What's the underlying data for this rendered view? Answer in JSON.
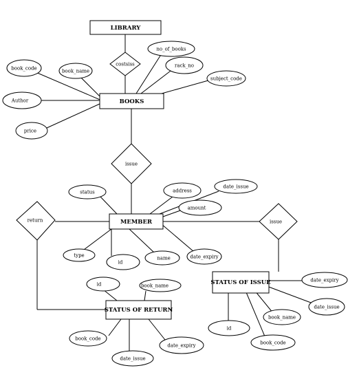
{
  "entities": {
    "library": "LIBRARY",
    "books": "BOOKS",
    "member": "MEMBER",
    "status_of_issue": "STATUS OF ISSUE",
    "status_of_return": "STATUS OF RETURN"
  },
  "relationships": {
    "costsiss": "costsiss",
    "issue_books": "issue",
    "return": "return",
    "issue_member": "issue"
  },
  "attributes": {
    "book_code": "book_code",
    "book_name": "book_name",
    "author": "Author",
    "price": "price",
    "no_of_books": "no_of_books",
    "rack_no": "rack_no",
    "subject_code": "subject_code",
    "m_status": "status",
    "m_address": "address",
    "m_date_issue": "date_issue",
    "m_amount": "amount",
    "m_type": "type",
    "m_id": "id",
    "m_name": "name",
    "m_date_expiry": "date_expiry",
    "si_date_expiry": "date_expiry",
    "si_date_issue": "date_issue",
    "si_book_name": "book_name",
    "si_id": "id",
    "si_book_code": "book_code",
    "sr_id": "id",
    "sr_book_name": "book_name",
    "sr_book_code": "book_code",
    "sr_date_expiry": "date_expiry",
    "sr_date_issue": "date_issue"
  }
}
